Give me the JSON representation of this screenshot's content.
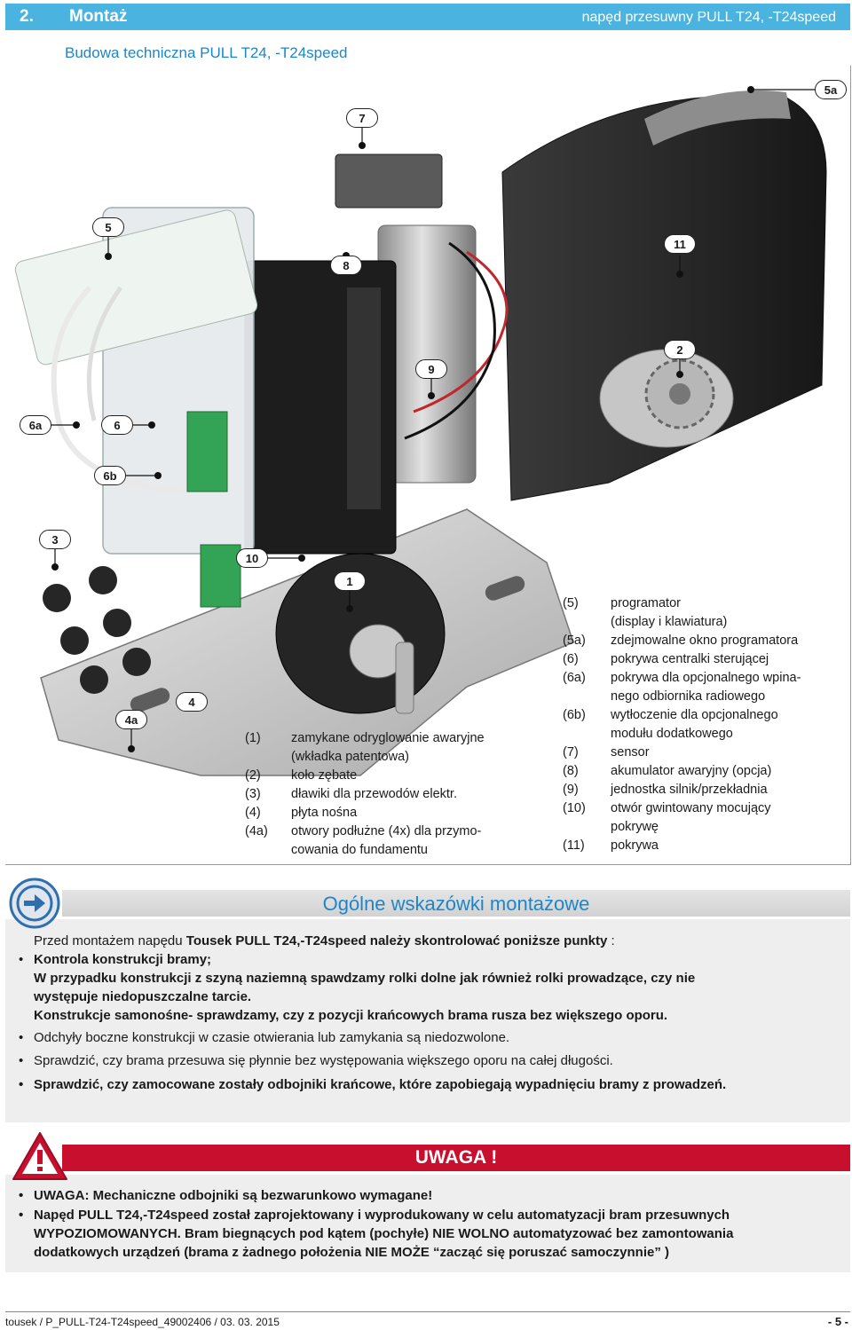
{
  "header": {
    "section_number": "2.",
    "section_title": "Montaż",
    "product": "napęd przesuwny PULL T24, -T24speed"
  },
  "subtitle": "Budowa techniczna PULL T24, -T24speed",
  "callouts": {
    "c5a": "5a",
    "c7": "7",
    "c5": "5",
    "c11": "11",
    "c8": "8",
    "c2": "2",
    "c9": "9",
    "c6a": "6a",
    "c6": "6",
    "c6b": "6b",
    "c3": "3",
    "c10": "10",
    "c1": "1",
    "c4a": "4a",
    "c4": "4"
  },
  "legend_left": [
    {
      "key": "(1)",
      "value": "zamykane odryglowanie awaryjne"
    },
    {
      "key": "",
      "value": "(wkładka patentowa)"
    },
    {
      "key": "(2)",
      "value": "koło zębate"
    },
    {
      "key": "(3)",
      "value": "dławiki dla przewodów elektr."
    },
    {
      "key": "(4)",
      "value": "płyta nośna"
    },
    {
      "key": "(4a)",
      "value": "otwory podłużne (4x) dla przymo-"
    },
    {
      "key": "",
      "value": "cowania do fundamentu"
    }
  ],
  "legend_right": [
    {
      "key": "(5)",
      "value": "programator"
    },
    {
      "key": "",
      "value": "(display i klawiatura)"
    },
    {
      "key": "(5a)",
      "value": "zdejmowalne okno programatora"
    },
    {
      "key": "(6)",
      "value": "pokrywa centralki sterującej"
    },
    {
      "key": "(6a)",
      "value": "pokrywa dla opcjonalnego wpina-"
    },
    {
      "key": "",
      "value": "nego odbiornika radiowego"
    },
    {
      "key": "(6b)",
      "value": "wytłoczenie dla opcjonalnego"
    },
    {
      "key": "",
      "value": "modułu dodatkowego"
    },
    {
      "key": "(7)",
      "value": "sensor"
    },
    {
      "key": "(8)",
      "value": "akumulator awaryjny (opcja)"
    },
    {
      "key": "(9)",
      "value": "jednostka silnik/przekładnia"
    },
    {
      "key": "(10)",
      "value": "otwór gwintowany mocujący"
    },
    {
      "key": "",
      "value": "pokrywę"
    },
    {
      "key": "(11)",
      "value": "pokrywa"
    }
  ],
  "general": {
    "title": "Ogólne wskazówki montażowe",
    "intro_pre": "Przed montażem napędu ",
    "intro_bold": "Tousek PULL T24,-T24speed  należy skontrolować poniższe punkty",
    "intro_post": " :",
    "item1_line1": "Kontrola konstrukcji bramy;",
    "item1_line2": "W przypadku konstrukcji z szyną naziemną spawdzamy rolki dolne jak również rolki prowadzące, czy nie",
    "item1_line3": "występuje niedopuszczalne tarcie.",
    "item1_line4": "Konstrukcje samonośne- sprawdzamy, czy z pozycji krańcowych brama rusza bez większego oporu.",
    "item2": "Odchyły boczne konstrukcji w czasie otwierania lub zamykania są niedozwolone.",
    "item3": "Sprawdzić, czy brama przesuwa się płynnie bez występowania większego oporu na całej długości.",
    "item4": "Sprawdzić, czy zamocowane zostały odbojniki krańcowe, które zapobiegają wypadnięciu bramy z prowadzeń."
  },
  "warning": {
    "title": "UWAGA !",
    "item1": "UWAGA: Mechaniczne odbojniki są bezwarunkowo wymagane!",
    "item2_line1": "Napęd PULL T24,-T24speed został zaprojektowany i wyprodukowany w celu automatyzacji bram przesuwnych",
    "item2_line2": "WYPOZIOMOWANYCH. Bram biegnących pod kątem (pochyłe) NIE WOLNO automatyzować bez zamontowania",
    "item2_line3": "dodatkowych urządzeń (brama z żadnego położenia NIE MOŻE “zacząć się poruszać samoczynnie” )"
  },
  "footer": {
    "left": "tousek  /  P_PULL-T24-T24speed_49002406  /  03. 03. 2015",
    "right": "- 5 -"
  },
  "colors": {
    "accent": "#4bb3e0",
    "title_blue": "#1d86c8",
    "warning_red": "#c8102e"
  }
}
